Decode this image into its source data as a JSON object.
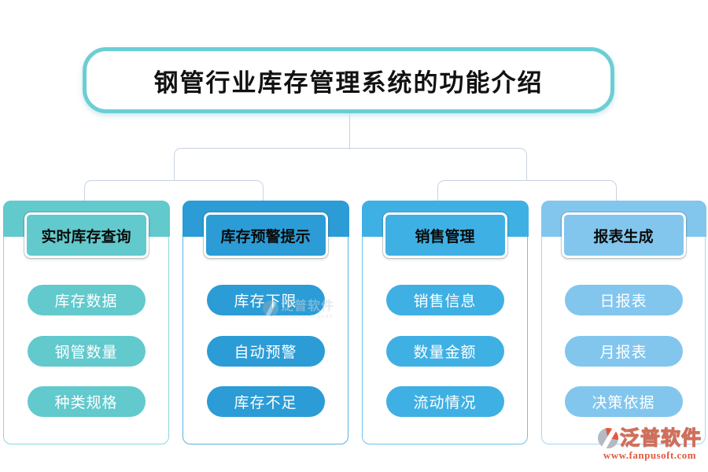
{
  "title": "钢管行业库存管理系统的功能介绍",
  "colors": {
    "title_border": "#6bced5",
    "connector": "#c9d2e2"
  },
  "columns": [
    {
      "header": "实时库存查询",
      "color": "#62c9cd",
      "border_color": "#8bd8dc",
      "items": [
        "库存数据",
        "钢管数量",
        "种类规格"
      ]
    },
    {
      "header": "库存预警提示",
      "color": "#2b9cd6",
      "border_color": "#58b2e2",
      "items": [
        "库存下限",
        "自动预警",
        "库存不足"
      ]
    },
    {
      "header": "销售管理",
      "color": "#3fb0e4",
      "border_color": "#6cc2ec",
      "items": [
        "销售信息",
        "数量金额",
        "流动情况"
      ]
    },
    {
      "header": "报表生成",
      "color": "#82c6ee",
      "border_color": "#a3d6f4",
      "items": [
        "日报表",
        "月报表",
        "决策依据"
      ]
    }
  ],
  "watermark": {
    "brand": "泛普软件",
    "subtitle": "FANPU SOFTWARE"
  },
  "logo": {
    "brand": "泛普软件",
    "url": "www.fanpusoft.com"
  }
}
